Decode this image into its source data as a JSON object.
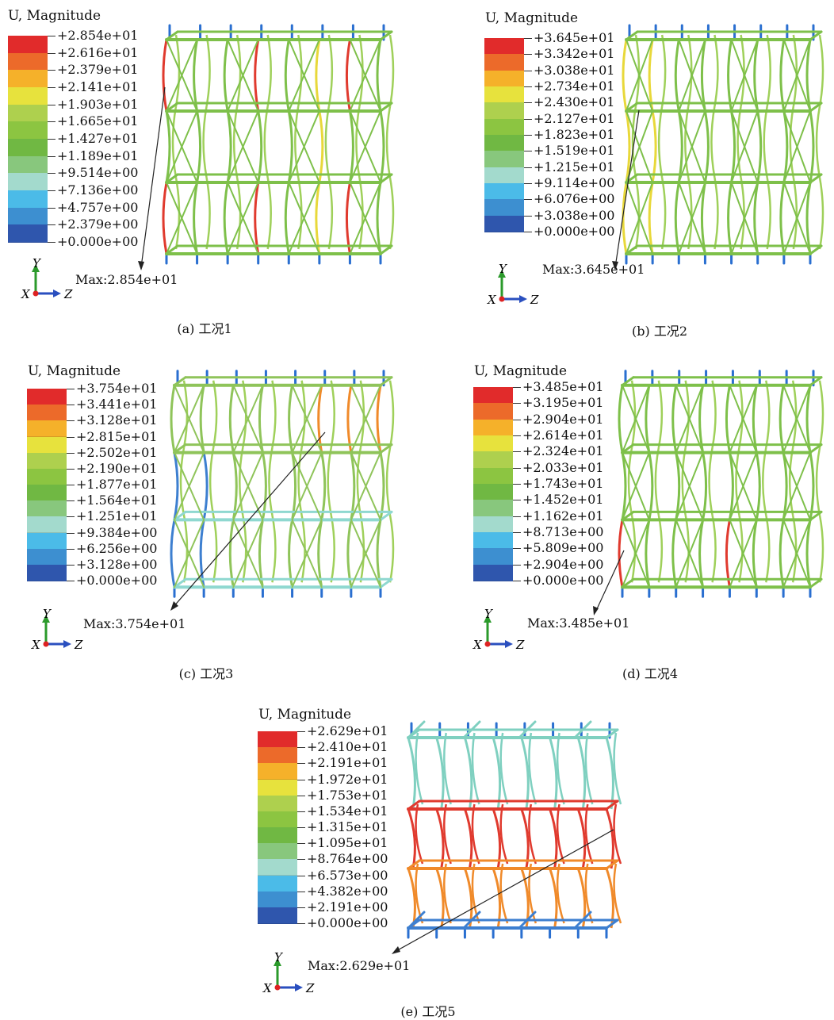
{
  "legend_title": "U, Magnitude",
  "legend_colors": [
    "#e12b2b",
    "#ec6a2a",
    "#f5b12a",
    "#e7e23d",
    "#aed04e",
    "#8cc541",
    "#70b843",
    "#88c77d",
    "#a3dacd",
    "#4bbbe8",
    "#3d8fd0",
    "#2f56ad"
  ],
  "panels": [
    {
      "caption": "(a) 工况1",
      "max_label": "Max:2.854e+01",
      "legend": [
        "+2.854e+01",
        "+2.616e+01",
        "+2.379e+01",
        "+2.141e+01",
        "+1.903e+01",
        "+1.665e+01",
        "+1.427e+01",
        "+1.189e+01",
        "+9.514e+00",
        "+7.136e+00",
        "+4.757e+00",
        "+2.379e+00",
        "+0.000e+00"
      ]
    },
    {
      "caption": "(b) 工况2",
      "max_label": "Max:3.645e+01",
      "legend": [
        "+3.645e+01",
        "+3.342e+01",
        "+3.038e+01",
        "+2.734e+01",
        "+2.430e+01",
        "+2.127e+01",
        "+1.823e+01",
        "+1.519e+01",
        "+1.215e+01",
        "+9.114e+00",
        "+6.076e+00",
        "+3.038e+00",
        "+0.000e+00"
      ]
    },
    {
      "caption": "(c) 工况3",
      "max_label": "Max:3.754e+01",
      "legend": [
        "+3.754e+01",
        "+3.441e+01",
        "+3.128e+01",
        "+2.815e+01",
        "+2.502e+01",
        "+2.190e+01",
        "+1.877e+01",
        "+1.564e+01",
        "+1.251e+01",
        "+9.384e+00",
        "+6.256e+00",
        "+3.128e+00",
        "+0.000e+00"
      ]
    },
    {
      "caption": "(d) 工况4",
      "max_label": "Max:3.485e+01",
      "legend": [
        "+3.485e+01",
        "+3.195e+01",
        "+2.904e+01",
        "+2.614e+01",
        "+2.324e+01",
        "+2.033e+01",
        "+1.743e+01",
        "+1.452e+01",
        "+1.162e+01",
        "+8.713e+00",
        "+5.809e+00",
        "+2.904e+00",
        "+0.000e+00"
      ]
    },
    {
      "caption": "(e) 工况5",
      "max_label": "Max:2.629e+01",
      "legend": [
        "+2.629e+01",
        "+2.410e+01",
        "+2.191e+01",
        "+1.972e+01",
        "+1.753e+01",
        "+1.534e+01",
        "+1.315e+01",
        "+1.095e+01",
        "+8.764e+00",
        "+6.573e+00",
        "+4.382e+00",
        "+2.191e+00",
        "+0.000e+00"
      ]
    }
  ],
  "axis": {
    "y": "Y",
    "x": "X",
    "z": "Z"
  }
}
